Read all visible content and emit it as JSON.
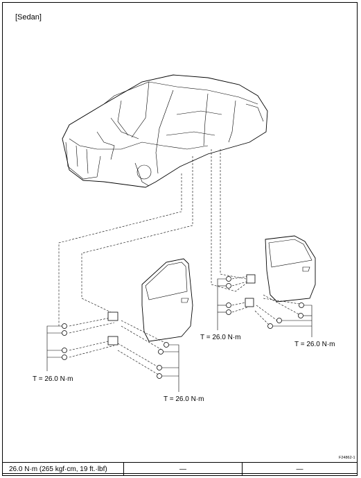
{
  "variant_label": "[Sedan]",
  "torque_labels": [
    "T = 26.0 N·m",
    "T = 26.0 N·m",
    "T = 26.0 N·m",
    "T = 26.0 N·m"
  ],
  "figure_id": "F24862-1",
  "spec_row": {
    "torque": "26.0 N·m (265 kgf·cm, 19 ft.·lbf)",
    "col2": "—",
    "col3": "—"
  },
  "icons": [
    "car-body-shell",
    "front-door-panel",
    "rear-door-panel",
    "hinge",
    "bolt"
  ]
}
